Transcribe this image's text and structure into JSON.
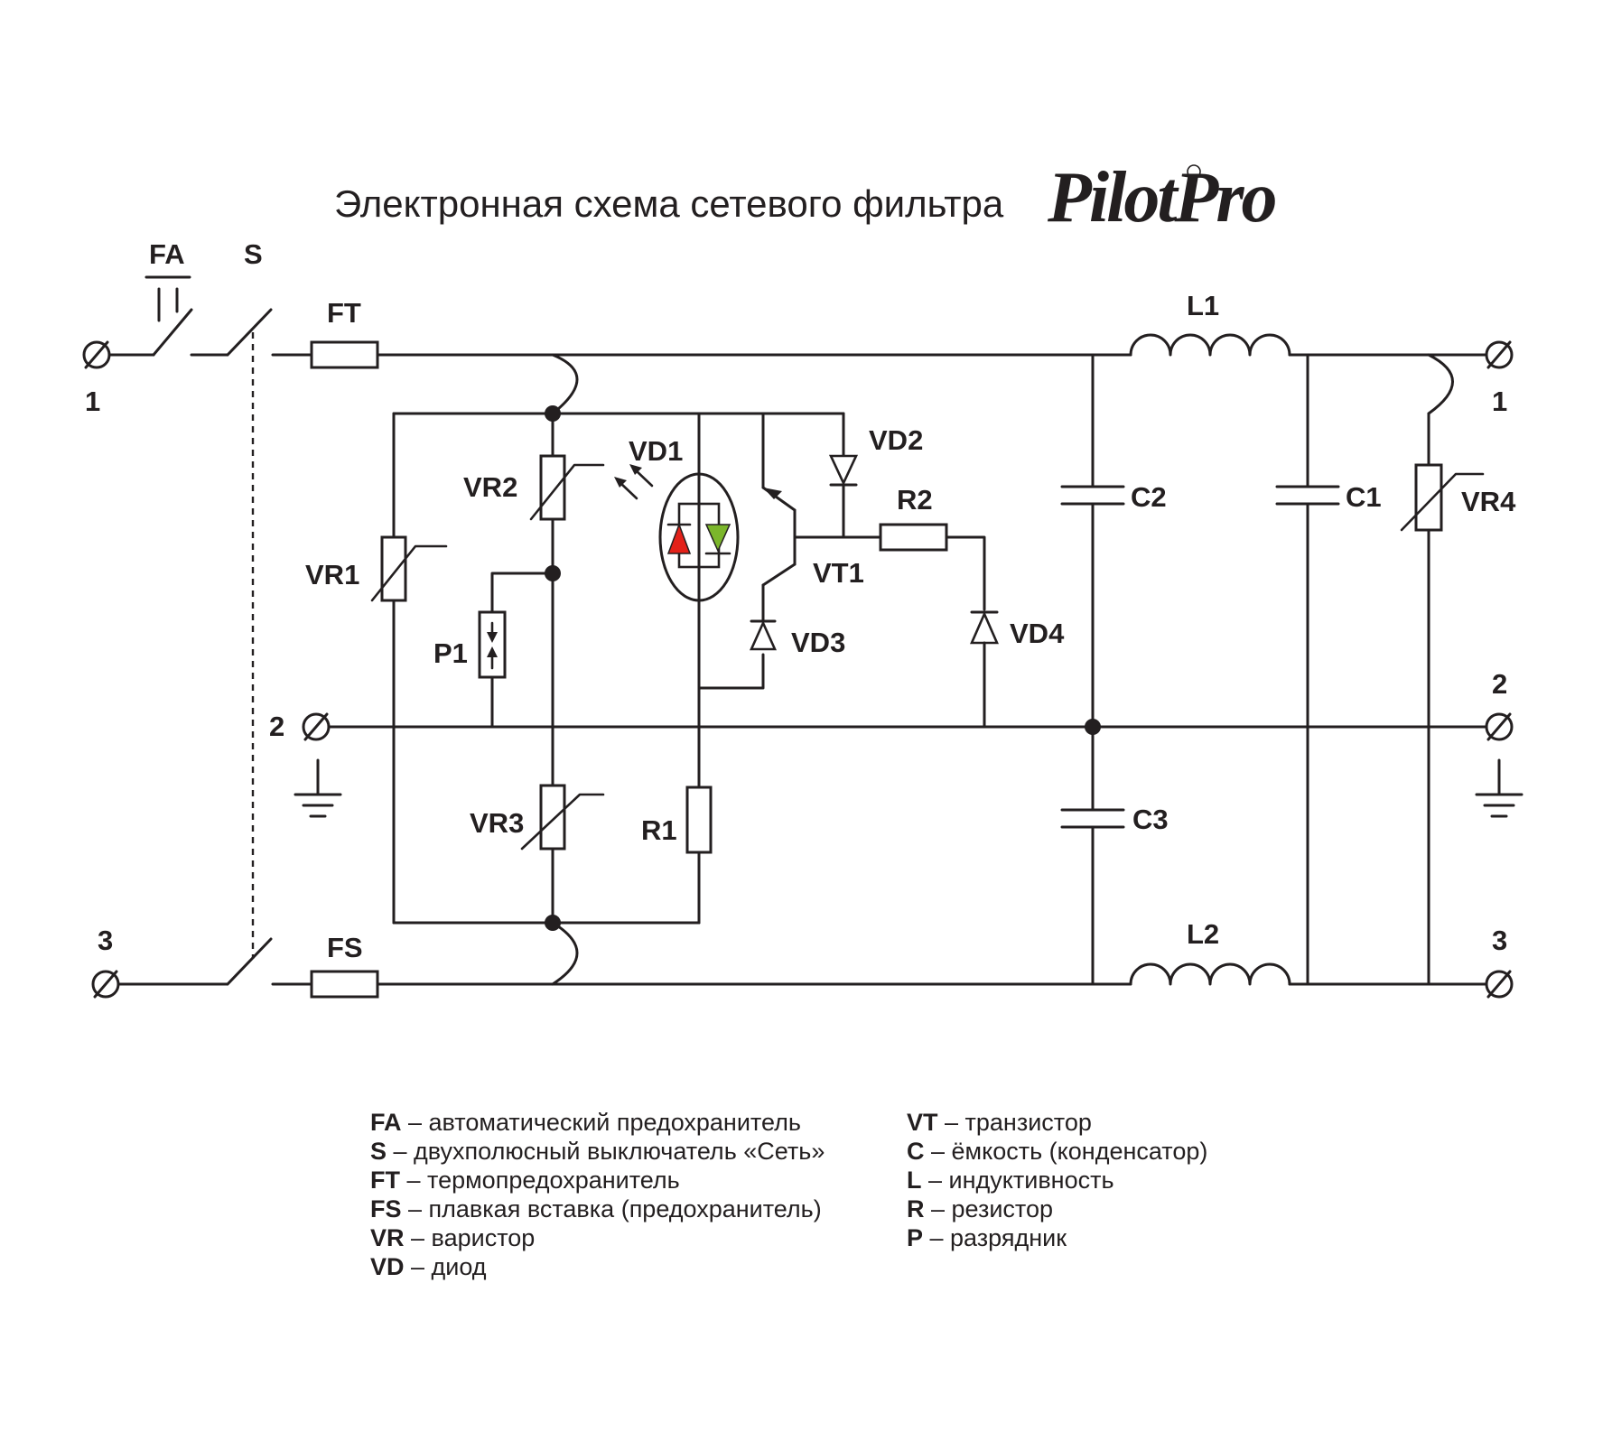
{
  "title": "Электронная схема сетевого фильтра",
  "logo_text": "PilotPro",
  "labels": {
    "FA": "FA",
    "S": "S",
    "FT": "FT",
    "FS": "FS",
    "L1": "L1",
    "L2": "L2",
    "C1": "C1",
    "C2": "C2",
    "C3": "C3",
    "VR1": "VR1",
    "VR2": "VR2",
    "VR3": "VR3",
    "VR4": "VR4",
    "VD1": "VD1",
    "VD2": "VD2",
    "VD3": "VD3",
    "VD4": "VD4",
    "VT1": "VT1",
    "R1": "R1",
    "R2": "R2",
    "P1": "P1"
  },
  "terminals": {
    "in_1": "1",
    "in_2": "2",
    "in_3": "3",
    "out_1": "1",
    "out_2": "2",
    "out_3": "3"
  },
  "colors": {
    "led_red": "#e32119",
    "led_green": "#7bb62b",
    "ink": "#231f20"
  },
  "legend": {
    "left": [
      {
        "key": "FA",
        "text": " – автоматический предохранитель"
      },
      {
        "key": "S",
        "text": " – двухполюсный выключатель «Сеть»"
      },
      {
        "key": "FT",
        "text": " – термопредохранитель"
      },
      {
        "key": "FS",
        "text": " – плавкая вставка (предохранитель)"
      },
      {
        "key": "VR",
        "text": " – варистор"
      },
      {
        "key": "VD",
        "text": " – диод"
      }
    ],
    "right": [
      {
        "key": "VT",
        "text": " – транзистор"
      },
      {
        "key": "C",
        "text": " – ёмкость (конденсатор)"
      },
      {
        "key": "L",
        "text": " – индуктивность"
      },
      {
        "key": "R",
        "text": " – резистор"
      },
      {
        "key": "P",
        "text": " – разрядник"
      }
    ]
  }
}
